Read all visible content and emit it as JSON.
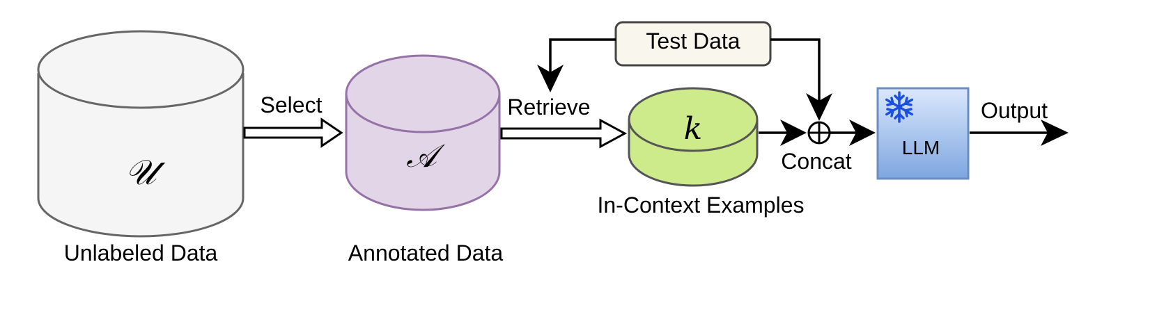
{
  "nodes": {
    "unlabeled": {
      "symbol": "𝒰",
      "caption": "Unlabeled Data"
    },
    "annotated": {
      "symbol": "𝒜",
      "caption": "Annotated Data"
    },
    "examples": {
      "symbol": "k",
      "caption": "In-Context Examples"
    },
    "test_data": {
      "label": "Test Data"
    },
    "llm": {
      "label": "LLM",
      "icon": "snowflake-icon"
    }
  },
  "edges": {
    "select": "Select",
    "retrieve": "Retrieve",
    "concat": "Concat",
    "output": "Output"
  },
  "colors": {
    "unlabeled_fill": "#f5f5f5",
    "unlabeled_stroke": "#666666",
    "annotated_fill": "#e1d5e7",
    "annotated_stroke": "#9673a6",
    "examples_fill": "#cdeb8b",
    "examples_stroke": "#555555",
    "test_fill": "#f9f7ed",
    "test_stroke": "#444444",
    "llm_fill_top": "#dae8fc",
    "llm_fill_bottom": "#7ea6e0",
    "llm_stroke": "#6c8ebf",
    "snowflake": "#1a4fe0"
  }
}
